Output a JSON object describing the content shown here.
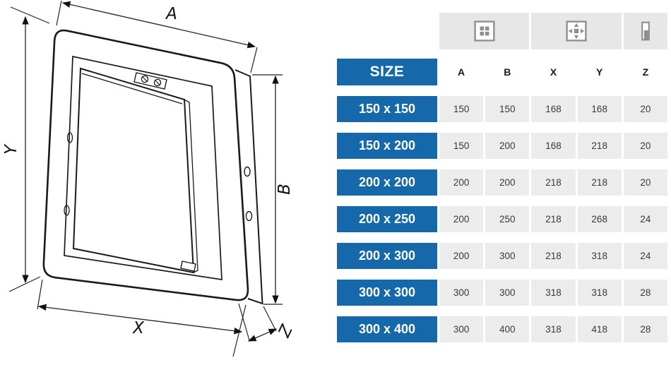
{
  "drawing": {
    "labels": {
      "a": "A",
      "b": "B",
      "x": "X",
      "y": "Y",
      "z": "Z"
    }
  },
  "table": {
    "size_header": "SIZE",
    "columns": [
      "A",
      "B",
      "X",
      "Y",
      "Z"
    ],
    "icons": [
      "panel-inner-dimensions-icon",
      "panel-outer-dimensions-icon",
      "panel-depth-icon"
    ],
    "rows": [
      {
        "size": "150 x 150",
        "values": [
          "150",
          "150",
          "168",
          "168",
          "20"
        ]
      },
      {
        "size": "150 x 200",
        "values": [
          "150",
          "200",
          "168",
          "218",
          "20"
        ]
      },
      {
        "size": "200 x 200",
        "values": [
          "200",
          "200",
          "218",
          "218",
          "20"
        ]
      },
      {
        "size": "200 x 250",
        "values": [
          "200",
          "250",
          "218",
          "268",
          "24"
        ]
      },
      {
        "size": "200 x 300",
        "values": [
          "200",
          "300",
          "218",
          "318",
          "24"
        ]
      },
      {
        "size": "300 x 300",
        "values": [
          "300",
          "300",
          "318",
          "318",
          "28"
        ]
      },
      {
        "size": "300 x 400",
        "values": [
          "300",
          "400",
          "318",
          "418",
          "28"
        ]
      }
    ],
    "colors": {
      "header_blue": "#1568a9",
      "cell_gray": "#ececec",
      "icon_bg": "#e7e7e7"
    }
  }
}
